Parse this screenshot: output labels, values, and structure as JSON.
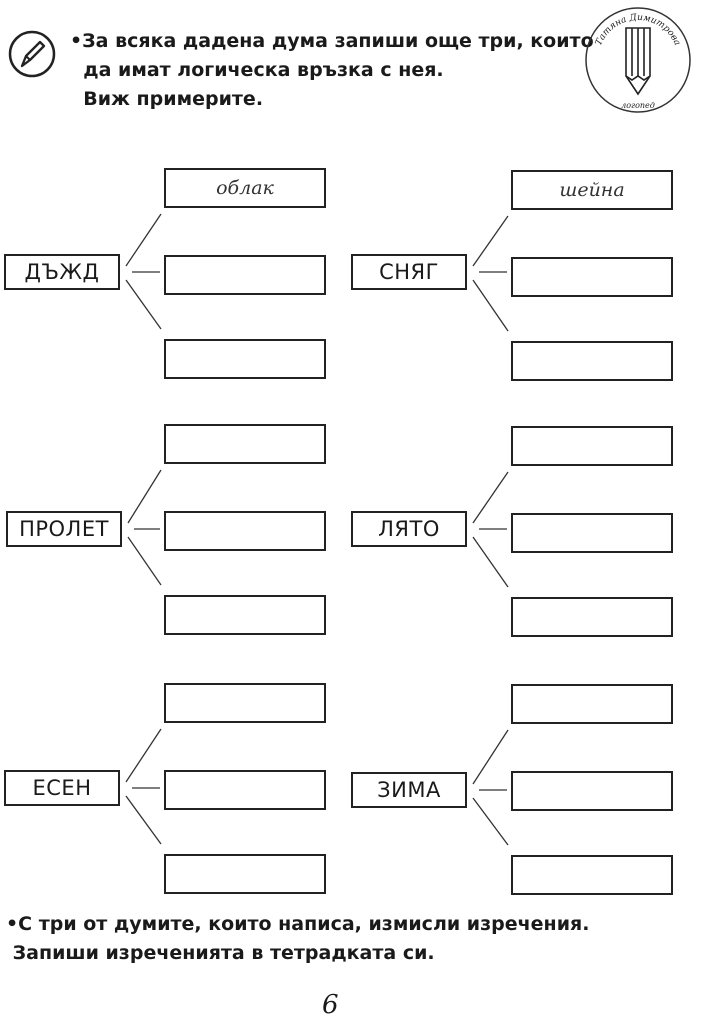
{
  "instruction_top": {
    "line1": "За всяка дадена дума запиши още три, които",
    "line2": "да имат логическа връзка с нея.",
    "line3": "Виж примерите."
  },
  "logo": {
    "name": "Татяна Димитрова",
    "role": "логопед"
  },
  "groups": [
    {
      "word": "ДЪЖД",
      "answers": [
        "облак",
        "",
        ""
      ]
    },
    {
      "word": "СНЯГ",
      "answers": [
        "шейна",
        "",
        ""
      ]
    },
    {
      "word": "ПРОЛЕТ",
      "answers": [
        "",
        "",
        ""
      ]
    },
    {
      "word": "ЛЯТО",
      "answers": [
        "",
        "",
        ""
      ]
    },
    {
      "word": "ЕСЕН",
      "answers": [
        "",
        "",
        ""
      ]
    },
    {
      "word": "ЗИМА",
      "answers": [
        "",
        "",
        ""
      ]
    }
  ],
  "instruction_bottom": {
    "line1": "С три от думите, които написа, измисли изречения.",
    "line2": "Запиши изреченията в тетрадката си."
  },
  "page_number": "6"
}
